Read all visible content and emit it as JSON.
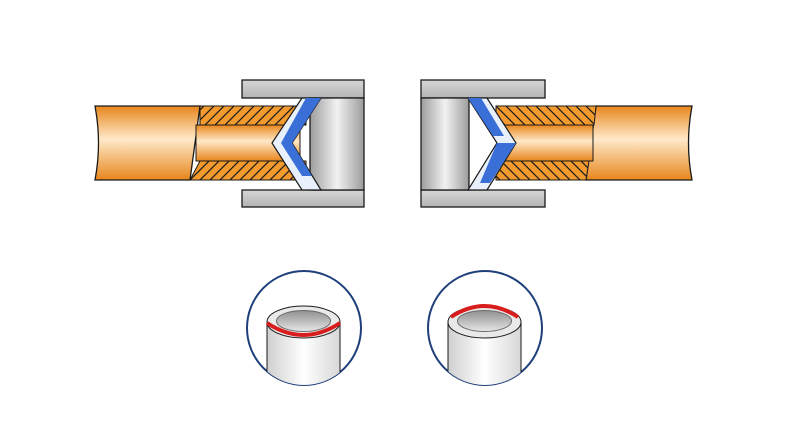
{
  "diagram": {
    "type": "pipe-fitting-assembly",
    "components": {
      "pipe_left": {
        "icon": "orange-pipe-shape",
        "color": "#f0962a"
      },
      "pipe_right": {
        "icon": "orange-pipe-shape",
        "color": "#f0962a"
      },
      "fitting_left": {
        "icon": "gray-fitting-shape",
        "color": "#b8b8b8"
      },
      "fitting_right": {
        "icon": "gray-fitting-shape",
        "color": "#b8b8b8"
      },
      "seal_ring_left": {
        "icon": "blue-chevron-seal",
        "color": "#3a6fd8"
      },
      "seal_ring_right": {
        "icon": "blue-chevron-seal",
        "color": "#3a6fd8"
      }
    },
    "details": [
      {
        "name": "pipe-end-outer-seal",
        "icon": "circle-inset-pipe-icon",
        "highlight": "outer-edge",
        "highlight_color": "#d91d1d"
      },
      {
        "name": "pipe-end-inner-seal",
        "icon": "circle-inset-pipe-icon",
        "highlight": "inner-edge",
        "highlight_color": "#d91d1d"
      }
    ],
    "colors": {
      "outline": "#1a1a1a",
      "circle_border": "#1f3f7a",
      "background": "#ffffff"
    }
  }
}
